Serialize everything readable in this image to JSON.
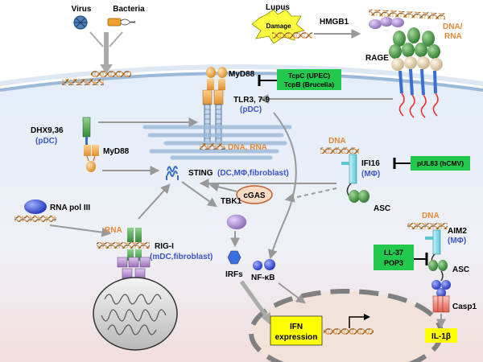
{
  "top": {
    "virus": "Virus",
    "bacteria": "Bacteria",
    "lupus": "Lupus",
    "damage": "Damage",
    "hmgb1": "HMGB1",
    "dna_rna": "DNA/",
    "dna_rna2": "RNA",
    "rage": "RAGE"
  },
  "myd88_top": {
    "myd88": "MyD88",
    "inhibitor1": "TcpC (UPEC)",
    "inhibitor2": "TcpB (Brucella)",
    "tlr": "TLR3, 7-9",
    "tlr_cell": "(pDC)"
  },
  "dhx": {
    "name": "DHX9,36",
    "cell": "(pDC)",
    "myd88": "MyD88"
  },
  "er": {
    "dna_rna": "DNA, RNA",
    "sting": "STING",
    "sting_cells": "(DC,MΦ,fibroblast)"
  },
  "ifi16": {
    "dna": "DNA",
    "name": "IFI16",
    "cell": "(MΦ)",
    "inhibitor": "pUL83 (hCMV)",
    "asc": "ASC"
  },
  "cgas": "cGAS",
  "tbk1": "TBK1",
  "rig": {
    "polIII": "RNA pol III",
    "rna": "RNA",
    "name": "RIG-I",
    "cells": "(mDC,fibroblast)"
  },
  "aim2": {
    "dna": "DNA",
    "name": "AIM2",
    "cell": "(MΦ)",
    "inhibitor1": "LL-37",
    "inhibitor2": "POP3",
    "asc": "ASC",
    "casp1": "Casp1",
    "il1b": "IL-1β"
  },
  "irfs": "IRFs",
  "nfkb": "NF-κB",
  "ifn": {
    "line1": "IFN",
    "line2": "expression"
  },
  "colors": {
    "dna_orange": "#e08a3a",
    "blue_text": "#3a55c8",
    "green_box": "#22c94c",
    "yellow_box": "#ffff00",
    "membrane": "#9ab8d8"
  }
}
